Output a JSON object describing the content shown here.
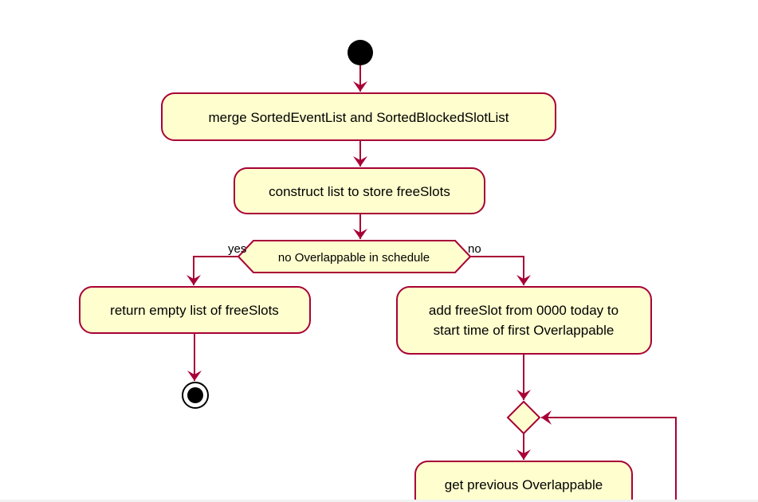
{
  "diagram": {
    "actions": {
      "merge": "merge SortedEventList and SortedBlockedSlotList",
      "construct": "construct list to store freeSlots",
      "return_empty": "return empty list of freeSlots",
      "add_free_slot_line1": "add freeSlot from 0000 today to",
      "add_free_slot_line2": "start time of first Overlappable",
      "get_previous": "get previous Overlappable"
    },
    "decision": {
      "condition": "no Overlappable in schedule",
      "yes_label": "yes",
      "no_label": "no"
    },
    "colors": {
      "node_fill": "#fefece",
      "border": "#a80036",
      "start": "#000000"
    }
  }
}
